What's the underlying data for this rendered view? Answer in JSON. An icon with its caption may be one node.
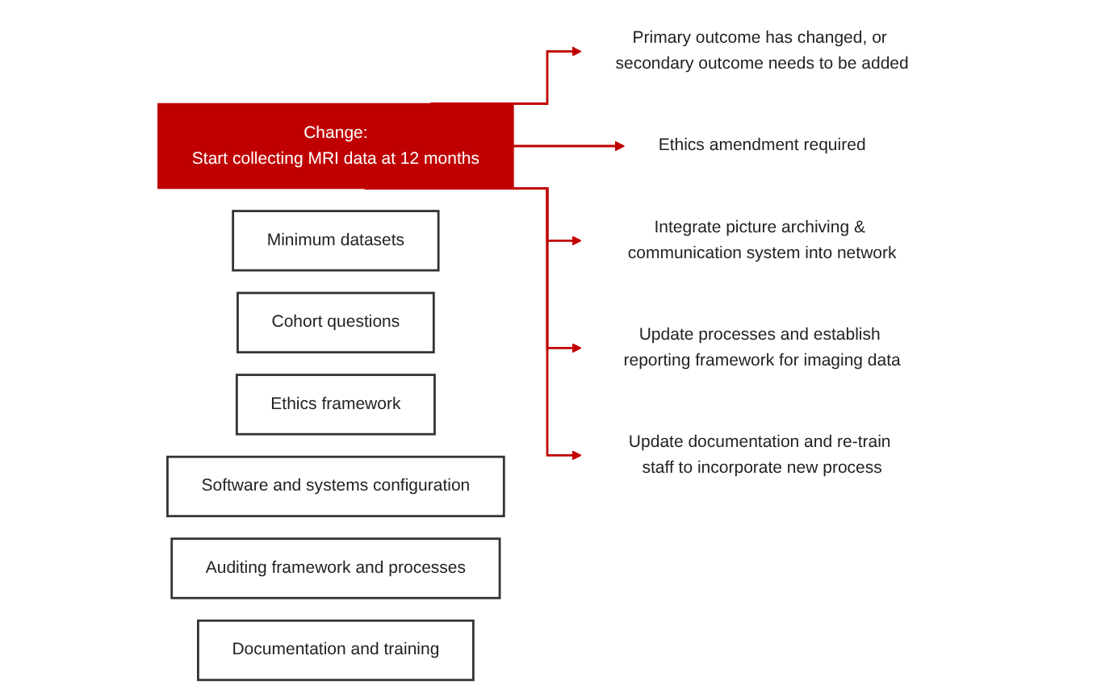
{
  "diagram": {
    "nodes": [
      {
        "text": [
          "Minimum datasets"
        ]
      },
      {
        "text": [
          "Cohort questions"
        ]
      },
      {
        "text": [
          "Ethics framework"
        ]
      },
      {
        "text": [
          "Software and systems configuration"
        ]
      },
      {
        "text": [
          "Auditing framework and processes"
        ]
      },
      {
        "text": [
          "Documentation and training"
        ]
      },
      {
        "text": [
          "Change:",
          "Start collecting MRI data at 12 months"
        ]
      },
      {
        "text": [
          "Primary outcome has changed, or secondary outcome needs to be added"
        ]
      },
      {
        "text": [
          "Ethics amendment required"
        ]
      },
      {
        "text": [
          "Integrate picture archiving & communication system into network"
        ]
      },
      {
        "text": [
          "Update processes and establish reporting framework for imaging data"
        ]
      },
      {
        "text": [
          "Update documentation and re-train staff to incorporate new process"
        ]
      }
    ],
    "edges": [
      {
        "from": 6,
        "to": 7,
        "arrow": "to",
        "color": "#c00000"
      },
      {
        "from": 6,
        "to": 8,
        "arrow": "to",
        "color": "#c00000"
      },
      {
        "from": 6,
        "to": 9,
        "arrow": "to",
        "color": "#c00000"
      },
      {
        "from": 6,
        "to": 10,
        "arrow": "to",
        "color": "#c00000"
      },
      {
        "from": 6,
        "to": 11,
        "arrow": "to",
        "color": "#c00000"
      }
    ]
  }
}
